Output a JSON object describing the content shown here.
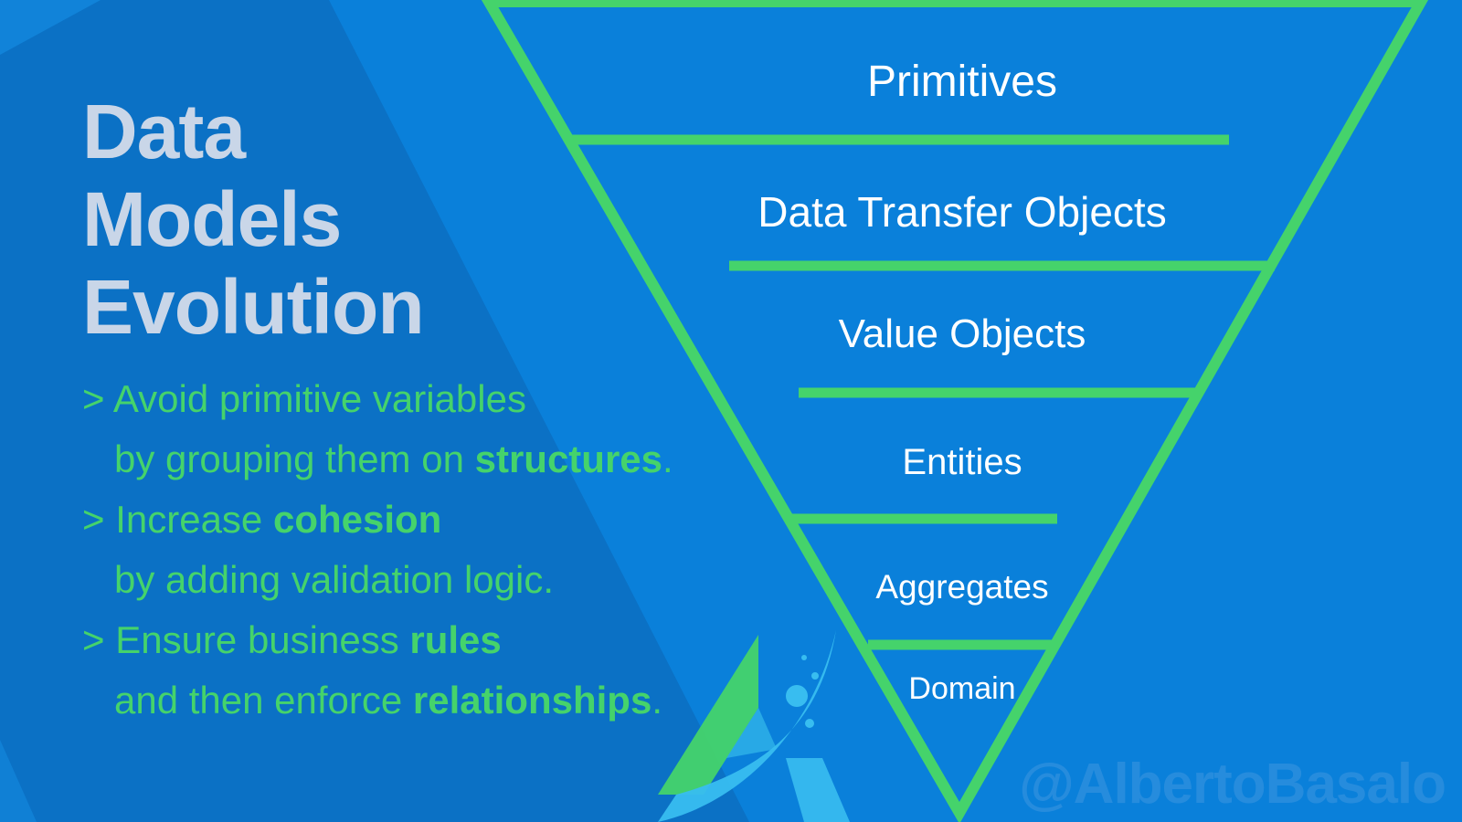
{
  "title": {
    "line1": "Data",
    "line2": "Models",
    "line3": "Evolution"
  },
  "bullets": [
    {
      "line1_prefix": "> Avoid primitive variables",
      "line2_prefix": "by grouping them on ",
      "line2_bold": "structures",
      "line2_suffix": "."
    },
    {
      "line1_prefix": "> Increase ",
      "line1_bold": "cohesion",
      "line2_prefix": "by adding validation logic."
    },
    {
      "line1_prefix": "> Ensure business ",
      "line1_bold": "rules",
      "line2_prefix": "and then enforce ",
      "line2_bold": "relationships",
      "line2_suffix": "."
    }
  ],
  "funnel": {
    "layers": [
      "Primitives",
      "Data Transfer Objects",
      "Value Objects",
      "Entities",
      "Aggregates",
      "Domain"
    ]
  },
  "watermark": "@AlbertoBasalo",
  "colors": {
    "background": "#0a7fd8",
    "panel": "#0b72c6",
    "accent_green": "#45d36b",
    "title": "#c9d6e8"
  }
}
